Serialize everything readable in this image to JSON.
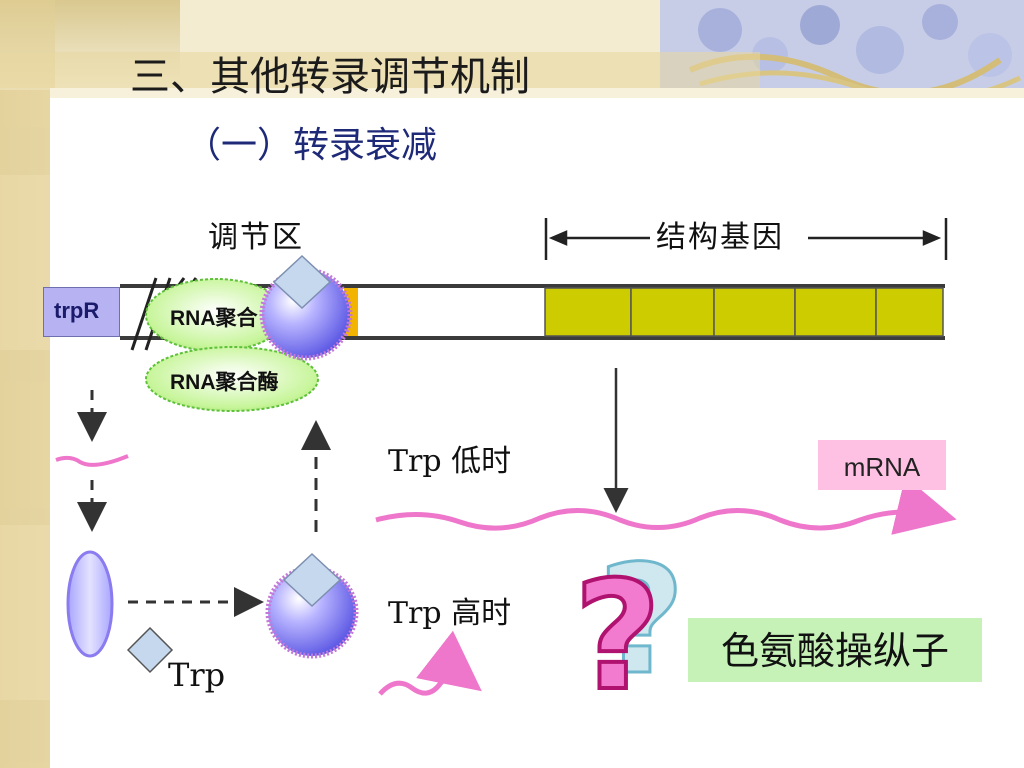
{
  "slide": {
    "title": "三、其他转录调节机制",
    "subtitle": "（一）转录衰减"
  },
  "diagram": {
    "regulatory_region_label": "调节区",
    "structural_genes_label": "结构基因",
    "repressor_gene_label": "trpR",
    "rna_polymerase_label": "RNA聚合酶",
    "rna_polymerase_label_truncated": "RNA聚合",
    "trp_low_label": "Trp 低时",
    "trp_high_label": "Trp 高时",
    "mrna_label": "mRNA",
    "trp_label": "Trp",
    "operator_label": "色氨酸操纵子",
    "question_mark": "?",
    "structural_gene_segments": 5,
    "colors": {
      "structural_gene_fill": "#cccc00",
      "repressor_fill": "#b7b3f2",
      "mrna_box": "#ffc1e3",
      "operator_box": "#c6f2b8",
      "polymerase_fill": "#99ee66",
      "mrna_wave": "#ee77cc"
    }
  }
}
